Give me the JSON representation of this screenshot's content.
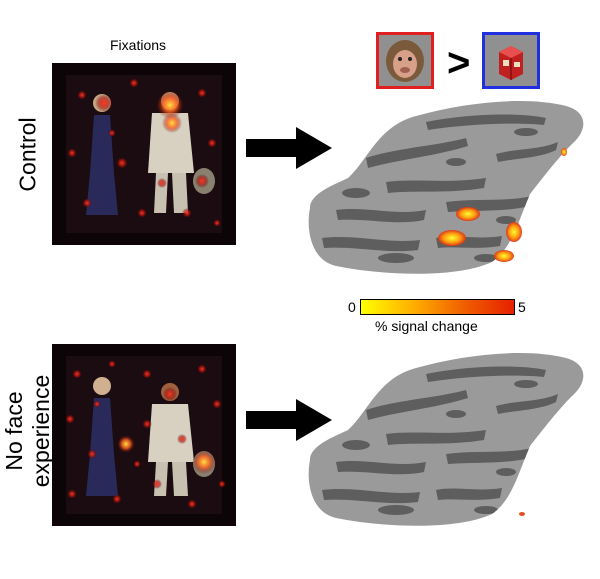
{
  "fixations_title": "Fixations",
  "rows": [
    {
      "label_lines": [
        "Control"
      ]
    },
    {
      "label_lines": [
        "No face",
        "experience"
      ]
    }
  ],
  "contrast": {
    "symbol": ">",
    "left_icon": "monkey-face-icon",
    "right_icon": "object-box-icon"
  },
  "colorbar": {
    "min": "0",
    "max": "5",
    "label": "% signal change",
    "color_min": "#ffff00",
    "color_max": "#e62000"
  },
  "colors": {
    "face_frame": "#e02020",
    "object_frame": "#2030e0"
  }
}
